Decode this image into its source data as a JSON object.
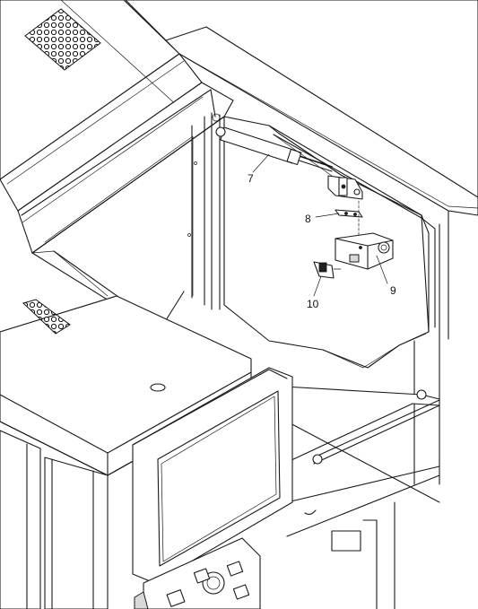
{
  "callouts": [
    {
      "id": "callout-7",
      "label": "7"
    },
    {
      "id": "callout-8",
      "label": "8"
    },
    {
      "id": "callout-9",
      "label": "9"
    },
    {
      "id": "callout-10",
      "label": "10"
    }
  ],
  "parts": {
    "gas_spring": "gas-spring",
    "hinge_bracket": "hinge-bracket",
    "latch_block": "latch-block",
    "catch": "latch-catch",
    "screen": "touch-screen-panel",
    "control_panel": "control-panel"
  }
}
